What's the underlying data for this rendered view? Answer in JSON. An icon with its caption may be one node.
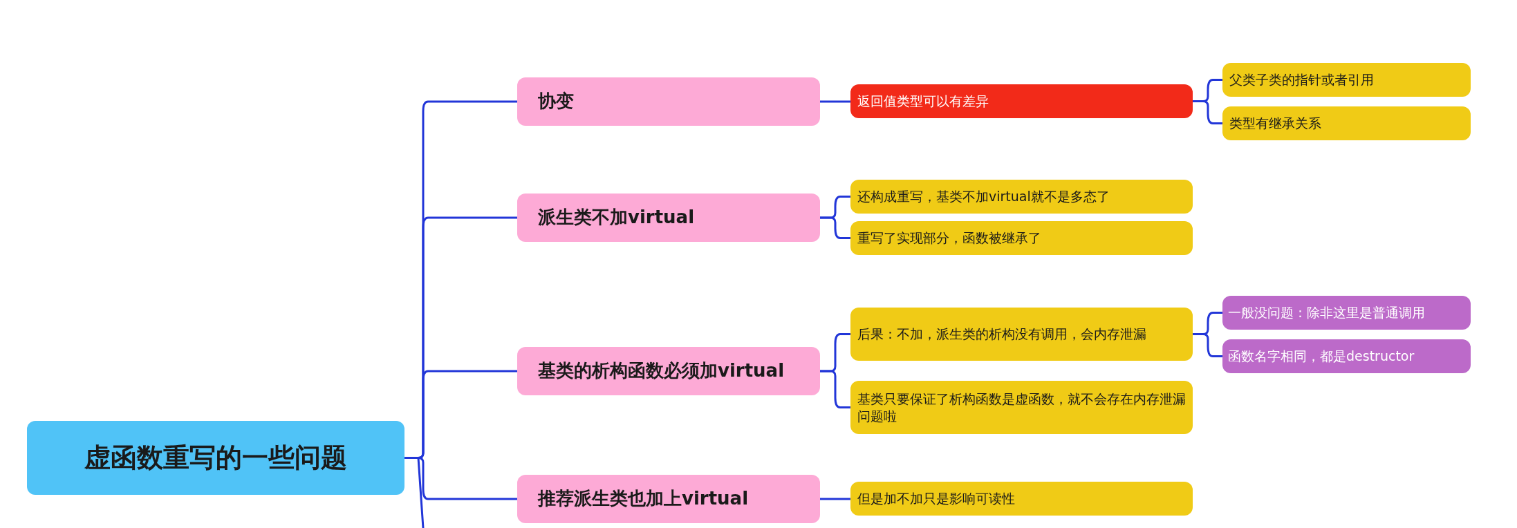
{
  "diagram": {
    "nodes": [
      {
        "text": [
          "虚函数重写的一些问题"
        ]
      },
      {
        "text": [
          "协变"
        ]
      },
      {
        "text": [
          "返回值类型可以有差异"
        ]
      },
      {
        "text": [
          "父类子类的指针或者引用"
        ]
      },
      {
        "text": [
          "类型有继承关系"
        ]
      },
      {
        "text": [
          "派生类不加virtual"
        ]
      },
      {
        "text": [
          "还构成重写，基类不加virtual就不是多态了"
        ]
      },
      {
        "text": [
          "重写了实现部分，函数被继承了"
        ]
      },
      {
        "text": [
          "基类的析构函数必须加virtual"
        ]
      },
      {
        "text": [
          "后果：不加，派生类的析构没有调用，会内存泄漏"
        ]
      },
      {
        "text": [
          "一般没问题：除非这里是普通调用"
        ]
      },
      {
        "text": [
          "函数名字相同，都是destructor"
        ]
      },
      {
        "text": [
          "基类只要保证了析构函数是虚函数，就不会存在内存泄漏问题啦"
        ]
      },
      {
        "text": [
          "推荐派生类也加上virtual"
        ]
      },
      {
        "text": [
          "但是加不加只是影响可读性"
        ]
      }
    ],
    "edges": [
      {
        "from": 0,
        "to": 1,
        "arrow": "none"
      },
      {
        "from": 0,
        "to": 5,
        "arrow": "none"
      },
      {
        "from": 0,
        "to": 8,
        "arrow": "none"
      },
      {
        "from": 0,
        "to": 13,
        "arrow": "none"
      },
      {
        "from": 0,
        "to": null,
        "arrow": "none"
      },
      {
        "from": 1,
        "to": 2,
        "arrow": "none"
      },
      {
        "from": 2,
        "to": 3,
        "arrow": "none"
      },
      {
        "from": 2,
        "to": 4,
        "arrow": "none"
      },
      {
        "from": 5,
        "to": 6,
        "arrow": "none"
      },
      {
        "from": 5,
        "to": 7,
        "arrow": "none"
      },
      {
        "from": 8,
        "to": 9,
        "arrow": "none"
      },
      {
        "from": 8,
        "to": 12,
        "arrow": "none"
      },
      {
        "from": 9,
        "to": 10,
        "arrow": "none"
      },
      {
        "from": 9,
        "to": 11,
        "arrow": "none"
      },
      {
        "from": 13,
        "to": 14,
        "arrow": "none"
      }
    ]
  }
}
